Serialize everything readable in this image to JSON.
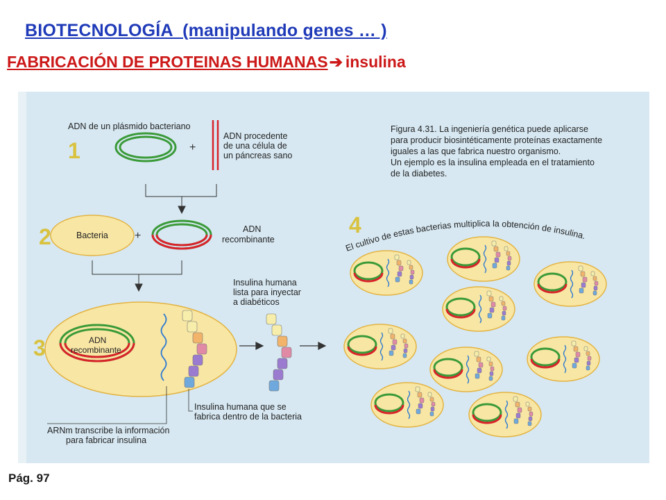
{
  "header": {
    "title": "BIOTECNOLOGÍA  (manipulando genes … )",
    "subtitle_main": "FABRICACIÓN DE PROTEINAS HUMANAS",
    "subtitle_arrow": "➔",
    "subtitle_tail": "insulina"
  },
  "figure": {
    "step1": {
      "number": "1",
      "plasmid_label": "ADN de un plásmido bacteriano",
      "plus": "+",
      "human_dna_line1": "ADN procedente",
      "human_dna_line2": "de una célula de",
      "human_dna_line3": "un páncreas sano"
    },
    "caption": {
      "line1": "Figura 4.31.  La ingeniería genética puede aplicarse",
      "line2": "para producir biosintéticamente proteínas exactamente",
      "line3": "iguales a las que fabrica nuestro organismo.",
      "line4": "Un ejemplo es la insulina empleada en el tratamiento",
      "line5": "de la diabetes."
    },
    "step2": {
      "number": "2",
      "bacteria_label": "Bacteria",
      "plus": "+",
      "recomb_line1": "ADN",
      "recomb_line2": "recombinante"
    },
    "step3": {
      "number": "3",
      "recomb_line1": "ADN",
      "recomb_line2": "recombinante",
      "ready_line1": "Insulina humana",
      "ready_line2": "lista para inyectar",
      "ready_line3": "a diabéticos",
      "inside_line1": "Insulina humana que se",
      "inside_line2": "fabrica dentro de la bacteria",
      "mrna_line1": "ARNm transcribe la información",
      "mrna_line2": "para fabricar insulina"
    },
    "step4": {
      "number": "4",
      "arc_text": "El cultivo de estas bacterias multiplica la obtención de insulina."
    }
  },
  "footer": {
    "page": "Pág. 97"
  },
  "colors": {
    "title_blue": "#1f3ab8",
    "subtitle_red": "#cc1818",
    "page_bg": "#d7e8f2",
    "bacteria_fill": "#f8e6a4",
    "bacteria_stroke": "#e3b341",
    "dna_green": "#3a9a38",
    "dna_red": "#d8232a",
    "step_number": "#d9c23f"
  }
}
